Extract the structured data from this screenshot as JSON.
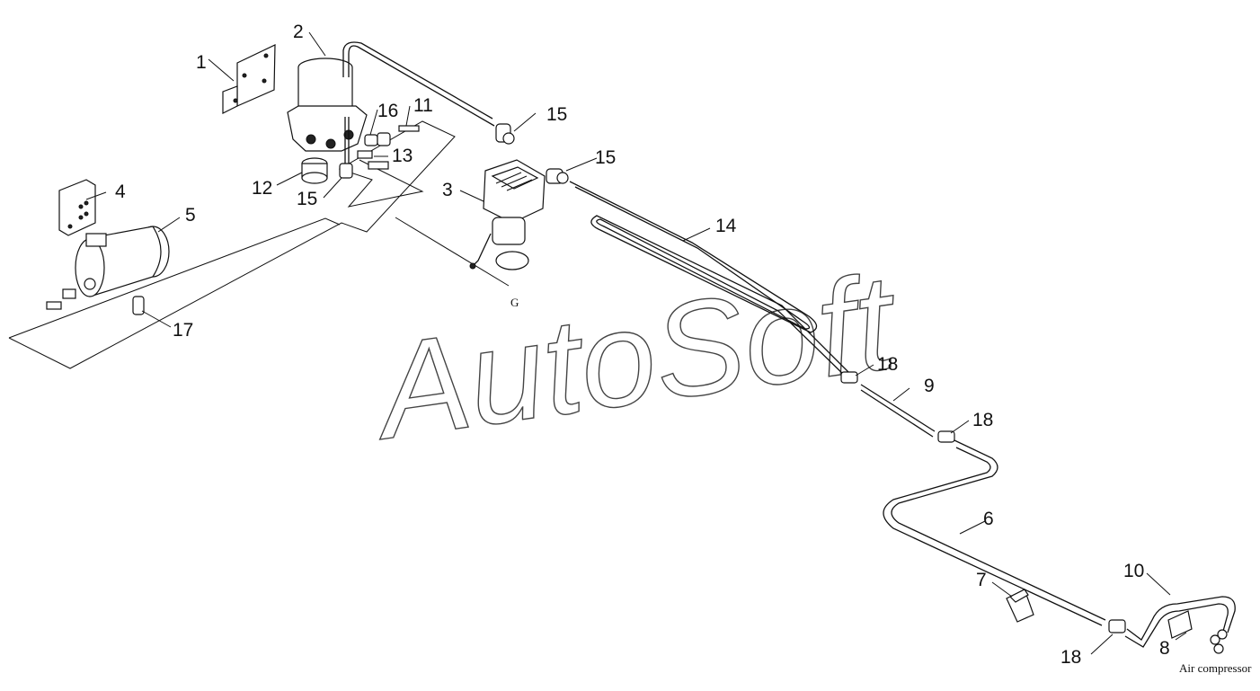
{
  "watermark": "AutoSoft",
  "callouts": [
    {
      "id": "1",
      "text": "1"
    },
    {
      "id": "2",
      "text": "2"
    },
    {
      "id": "3",
      "text": "3"
    },
    {
      "id": "4",
      "text": "4"
    },
    {
      "id": "5",
      "text": "5"
    },
    {
      "id": "6",
      "text": "6"
    },
    {
      "id": "7",
      "text": "7"
    },
    {
      "id": "8",
      "text": "8"
    },
    {
      "id": "9",
      "text": "9"
    },
    {
      "id": "10",
      "text": "10"
    },
    {
      "id": "11",
      "text": "11"
    },
    {
      "id": "12",
      "text": "12"
    },
    {
      "id": "13",
      "text": "13"
    },
    {
      "id": "14",
      "text": "14"
    },
    {
      "id": "15a",
      "text": "15"
    },
    {
      "id": "15b",
      "text": "15"
    },
    {
      "id": "15c",
      "text": "15"
    },
    {
      "id": "16",
      "text": "16"
    },
    {
      "id": "17",
      "text": "17"
    },
    {
      "id": "18a",
      "text": "18"
    },
    {
      "id": "18b",
      "text": "18"
    },
    {
      "id": "18c",
      "text": "18"
    }
  ],
  "letter_g": "G",
  "air_compressor": "Air compressor"
}
